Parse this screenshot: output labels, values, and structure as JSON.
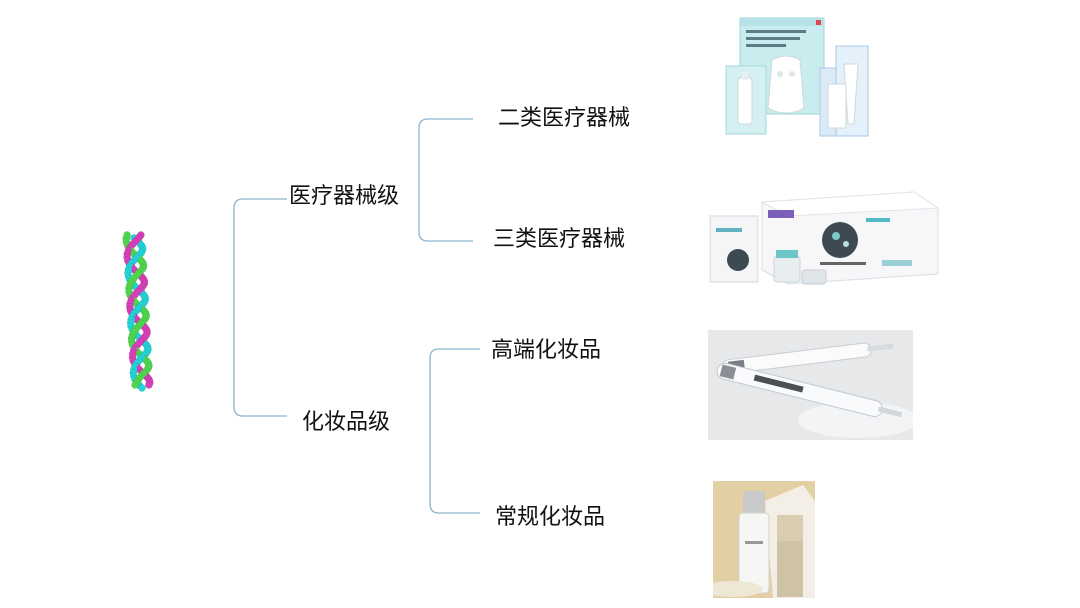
{
  "tree": {
    "branches": [
      {
        "label": "医疗器械级",
        "children": [
          {
            "label": "二类医疗器械"
          },
          {
            "label": "三类医疗器械"
          }
        ]
      },
      {
        "label": "化妆品级",
        "children": [
          {
            "label": "高端化妆品"
          },
          {
            "label": "常规化妆品"
          }
        ]
      }
    ]
  },
  "colors": {
    "connector": "#8fb3c9",
    "molecule_a": "#22d3d8",
    "molecule_b": "#d63fb8",
    "molecule_c": "#4fd64f"
  },
  "images": [
    {
      "icon": "medical-device-mask-box-photo"
    },
    {
      "icon": "injectable-vial-kit-photo"
    },
    {
      "icon": "prefilled-syringes-photo"
    },
    {
      "icon": "skincare-bottle-photo"
    }
  ]
}
